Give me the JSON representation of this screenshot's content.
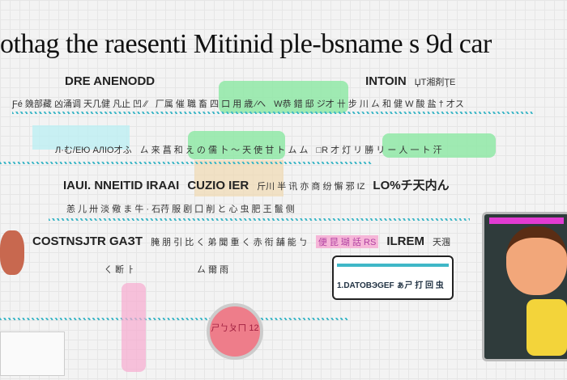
{
  "title": "othag the raesenti Mitinid ple-bsname s 9d car",
  "sections": {
    "left_header": "DRE ANENODD",
    "right_header": "INTOIN",
    "right_header_sub": "ЏТ湘剤ŢE",
    "row1": "Ƒé 㕙部藏 凶涌调 天几健 凡止 凹 ∕∕",
    "row1_highlight": "厂属 催 職 畜 四 口 用 歳 ∕へ",
    "row1_right": "W恭 錯 邸 ジ才 卄 步 川 ㄙ 和 健 W 酸 盐 † 才ス",
    "row2_left": "Л·む/EЮ AЛIO才ふ",
    "row2_mid": "ㄙ 来 菖 和 え の 儒 卜 ～ 天 使 甘 ト ム ム",
    "row2_right": "□R 才 灯 リ 勝 リ ー 人 一 ト 汗",
    "sec2_left": "IAUI. NNEITID IRAAI",
    "sec2_mid": "CUZIO IER",
    "sec2_mid_sub": "斤川 半 讯 亦 商 纷 懈 邪 IZ",
    "sec2_right": "LO%チ天内ん",
    "row3": "恙 儿 卅 淡 儆 ま 牛 · 石荇 服 剧 囗 削 と 心 虫 肥 王 鬛 侧",
    "sec3_left": "COSTNSJTR GAЗT",
    "sec3_left_sub": "腌 朋 引 比 く 弟 聞 重 く 赤 衔 舗 能 ㄅ",
    "sec3_highlight": "便 昆 瑚 話 RS",
    "sec3_right": "ILREM",
    "sec3_right_sub": "天涠",
    "row4_a": "ㄑ 断 ㅏ",
    "row4_b": "ㄙ 爾 雨",
    "badge": "1.DATOBЭGEF ぁㄕ 打 回 虫",
    "circle": "ㄕㄅㄆㄇ 12"
  },
  "colors": {
    "accent_green": "#8fe8a6",
    "accent_cyan": "#3fb7c7",
    "accent_pink": "#f7a9cf"
  }
}
